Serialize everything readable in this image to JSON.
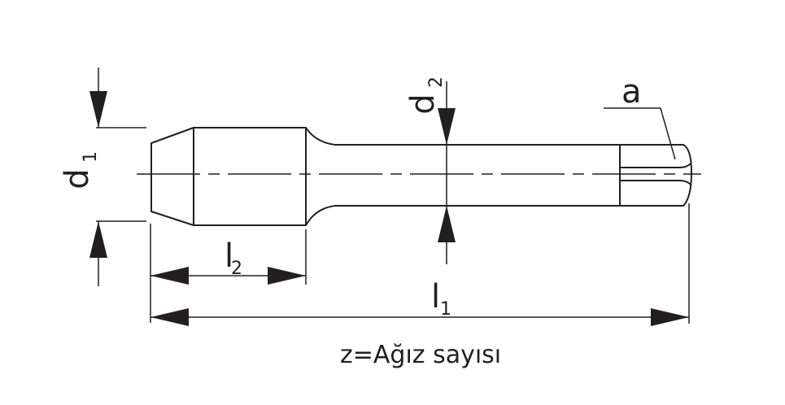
{
  "labels": {
    "d1_main": "d",
    "d1_sub": "1",
    "d2_main": "d",
    "d2_sub": "2",
    "l2_main": "l",
    "l2_sub": "2",
    "l1_main": "l",
    "l1_sub": "1",
    "a": "a"
  },
  "caption": "z=Ağız sayısı"
}
